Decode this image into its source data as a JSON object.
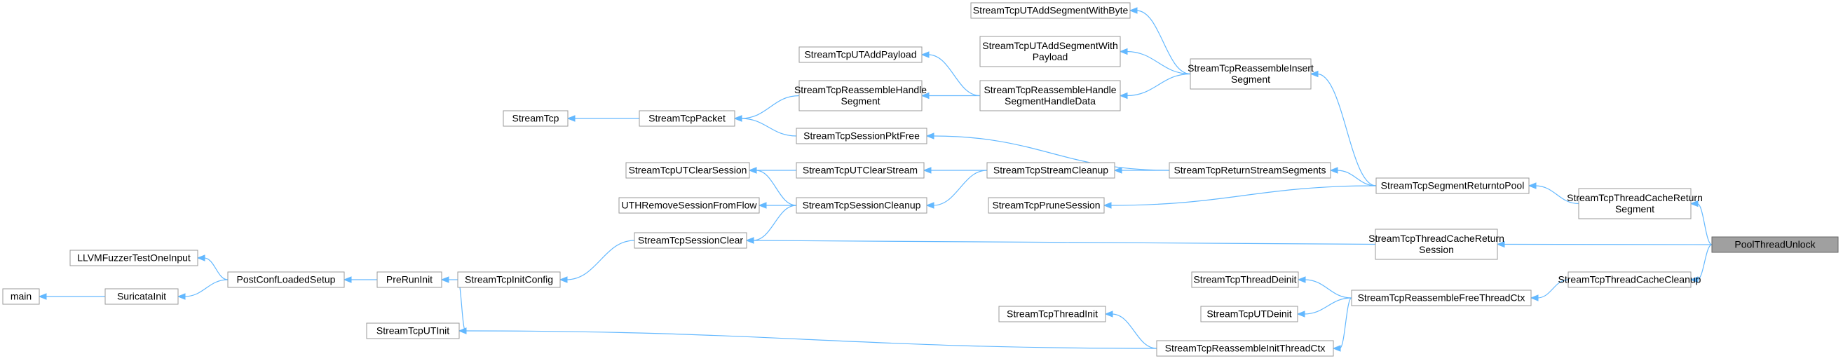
{
  "diagram": {
    "type": "call-graph",
    "root": "pool_thread_unlock",
    "colors": {
      "edge": "#63b8ff",
      "node_border": "#999999",
      "root_fill": "#a0a0a0"
    },
    "nodes": [
      {
        "id": "pool_thread_unlock",
        "lines": [
          "PoolThreadUnlock"
        ]
      },
      {
        "id": "tcp_thread_cache_return_segment",
        "lines": [
          "StreamTcpThreadCacheReturn",
          "Segment"
        ]
      },
      {
        "id": "tcp_thread_cache_return_session",
        "lines": [
          "StreamTcpThreadCacheReturn",
          "Session"
        ]
      },
      {
        "id": "tcp_thread_cache_cleanup",
        "lines": [
          "StreamTcpThreadCacheCleanup"
        ]
      },
      {
        "id": "tcp_segment_return_to_pool",
        "lines": [
          "StreamTcpSegmentReturntoPool"
        ]
      },
      {
        "id": "tcp_reassemble_insert_segment",
        "lines": [
          "StreamTcpReassembleInsert",
          "Segment"
        ]
      },
      {
        "id": "tcp_return_stream_segments",
        "lines": [
          "StreamTcpReturnStreamSegments"
        ]
      },
      {
        "id": "tcp_prune_session",
        "lines": [
          "StreamTcpPruneSession"
        ]
      },
      {
        "id": "tcp_ut_add_segment_with_byte",
        "lines": [
          "StreamTcpUTAddSegmentWithByte"
        ]
      },
      {
        "id": "tcp_ut_add_segment_with_payload",
        "lines": [
          "StreamTcpUTAddSegmentWith",
          "Payload"
        ]
      },
      {
        "id": "tcp_reassemble_handle_segment_handle_data",
        "lines": [
          "StreamTcpReassembleHandle",
          "SegmentHandleData"
        ]
      },
      {
        "id": "tcp_ut_add_payload",
        "lines": [
          "StreamTcpUTAddPayload"
        ]
      },
      {
        "id": "tcp_reassemble_handle_segment",
        "lines": [
          "StreamTcpReassembleHandle",
          "Segment"
        ]
      },
      {
        "id": "tcp_packet",
        "lines": [
          "StreamTcpPacket"
        ]
      },
      {
        "id": "stream_tcp",
        "lines": [
          "StreamTcp"
        ]
      },
      {
        "id": "tcp_session_pkt_free",
        "lines": [
          "StreamTcpSessionPktFree"
        ]
      },
      {
        "id": "tcp_stream_cleanup",
        "lines": [
          "StreamTcpStreamCleanup"
        ]
      },
      {
        "id": "tcp_ut_clear_stream",
        "lines": [
          "StreamTcpUTClearStream"
        ]
      },
      {
        "id": "tcp_ut_clear_session",
        "lines": [
          "StreamTcpUTClearSession"
        ]
      },
      {
        "id": "tcp_session_cleanup",
        "lines": [
          "StreamTcpSessionCleanup"
        ]
      },
      {
        "id": "uth_remove_session_from_flow",
        "lines": [
          "UTHRemoveSessionFromFlow"
        ]
      },
      {
        "id": "tcp_session_clear",
        "lines": [
          "StreamTcpSessionClear"
        ]
      },
      {
        "id": "tcp_init_config",
        "lines": [
          "StreamTcpInitConfig"
        ]
      },
      {
        "id": "pre_run_init",
        "lines": [
          "PreRunInit"
        ]
      },
      {
        "id": "post_conf_loaded_setup",
        "lines": [
          "PostConfLoadedSetup"
        ]
      },
      {
        "id": "llvm_fuzzer_test_one_input",
        "lines": [
          "LLVMFuzzerTestOneInput"
        ]
      },
      {
        "id": "suricata_init",
        "lines": [
          "SuricataInit"
        ]
      },
      {
        "id": "main",
        "lines": [
          "main"
        ]
      },
      {
        "id": "tcp_ut_init",
        "lines": [
          "StreamTcpUTInit"
        ]
      },
      {
        "id": "tcp_reassemble_free_thread_ctx",
        "lines": [
          "StreamTcpReassembleFreeThreadCtx"
        ]
      },
      {
        "id": "tcp_thread_deinit",
        "lines": [
          "StreamTcpThreadDeinit"
        ]
      },
      {
        "id": "tcp_ut_deinit",
        "lines": [
          "StreamTcpUTDeinit"
        ]
      },
      {
        "id": "tcp_reassemble_init_thread_ctx",
        "lines": [
          "StreamTcpReassembleInitThreadCtx"
        ]
      },
      {
        "id": "tcp_thread_init",
        "lines": [
          "StreamTcpThreadInit"
        ]
      }
    ],
    "edges": [
      {
        "from": "tcp_thread_cache_return_segment",
        "to": "pool_thread_unlock"
      },
      {
        "from": "tcp_thread_cache_return_session",
        "to": "pool_thread_unlock"
      },
      {
        "from": "tcp_thread_cache_cleanup",
        "to": "pool_thread_unlock"
      },
      {
        "from": "tcp_segment_return_to_pool",
        "to": "tcp_thread_cache_return_segment"
      },
      {
        "from": "tcp_reassemble_insert_segment",
        "to": "tcp_segment_return_to_pool"
      },
      {
        "from": "tcp_return_stream_segments",
        "to": "tcp_segment_return_to_pool"
      },
      {
        "from": "tcp_prune_session",
        "to": "tcp_segment_return_to_pool"
      },
      {
        "from": "tcp_ut_add_segment_with_byte",
        "to": "tcp_reassemble_insert_segment"
      },
      {
        "from": "tcp_ut_add_segment_with_payload",
        "to": "tcp_reassemble_insert_segment"
      },
      {
        "from": "tcp_reassemble_handle_segment_handle_data",
        "to": "tcp_reassemble_insert_segment"
      },
      {
        "from": "tcp_ut_add_payload",
        "to": "tcp_reassemble_handle_segment_handle_data"
      },
      {
        "from": "tcp_reassemble_handle_segment",
        "to": "tcp_reassemble_handle_segment_handle_data"
      },
      {
        "from": "tcp_packet",
        "to": "tcp_reassemble_handle_segment"
      },
      {
        "from": "stream_tcp",
        "to": "tcp_packet"
      },
      {
        "from": "tcp_packet",
        "to": "tcp_session_pkt_free"
      },
      {
        "from": "tcp_session_pkt_free",
        "to": "tcp_return_stream_segments"
      },
      {
        "from": "tcp_stream_cleanup",
        "to": "tcp_return_stream_segments"
      },
      {
        "from": "tcp_ut_clear_stream",
        "to": "tcp_stream_cleanup"
      },
      {
        "from": "tcp_session_cleanup",
        "to": "tcp_stream_cleanup"
      },
      {
        "from": "tcp_ut_clear_session",
        "to": "tcp_ut_clear_stream"
      },
      {
        "from": "tcp_ut_clear_session",
        "to": "tcp_session_cleanup"
      },
      {
        "from": "uth_remove_session_from_flow",
        "to": "tcp_session_cleanup"
      },
      {
        "from": "tcp_session_clear",
        "to": "tcp_session_cleanup"
      },
      {
        "from": "tcp_session_clear",
        "to": "tcp_thread_cache_return_session"
      },
      {
        "from": "tcp_init_config",
        "to": "tcp_session_clear"
      },
      {
        "from": "pre_run_init",
        "to": "tcp_init_config"
      },
      {
        "from": "post_conf_loaded_setup",
        "to": "pre_run_init"
      },
      {
        "from": "llvm_fuzzer_test_one_input",
        "to": "post_conf_loaded_setup"
      },
      {
        "from": "suricata_init",
        "to": "post_conf_loaded_setup"
      },
      {
        "from": "main",
        "to": "suricata_init"
      },
      {
        "from": "tcp_ut_init",
        "to": "tcp_init_config"
      },
      {
        "from": "tcp_ut_init",
        "to": "tcp_reassemble_init_thread_ctx"
      },
      {
        "from": "tcp_reassemble_free_thread_ctx",
        "to": "tcp_thread_cache_cleanup"
      },
      {
        "from": "tcp_reassemble_init_thread_ctx",
        "to": "tcp_reassemble_free_thread_ctx"
      },
      {
        "from": "tcp_thread_deinit",
        "to": "tcp_reassemble_free_thread_ctx"
      },
      {
        "from": "tcp_ut_deinit",
        "to": "tcp_reassemble_free_thread_ctx"
      },
      {
        "from": "tcp_thread_init",
        "to": "tcp_reassemble_init_thread_ctx"
      }
    ]
  }
}
